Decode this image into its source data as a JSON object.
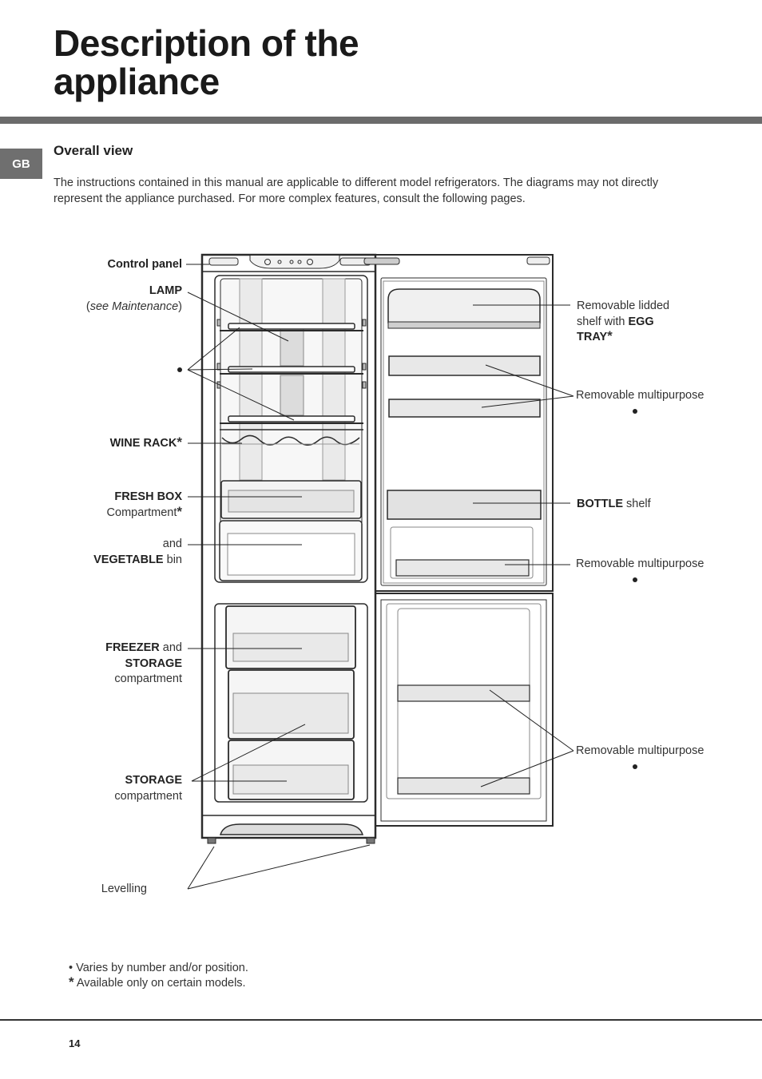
{
  "title_line1": "Description of the",
  "title_line2": "appliance",
  "language_tab": "GB",
  "section_title": "Overall view",
  "intro_text": "The instructions contained in this manual are applicable to different model refrigerators. The diagrams may not directly represent the appliance purchased. For more complex features, consult the following pages.",
  "labels": {
    "control_panel": "Control panel",
    "lamp": "LAMP",
    "lamp_note_open": "(",
    "lamp_note": "see Maintenance",
    "lamp_note_close": ")",
    "wine_rack": "WINE RACK",
    "fresh_box": "FRESH BOX",
    "compartment": "Compartment",
    "and": "and",
    "vegetable": "VEGETABLE",
    "bin": "bin",
    "freezer": "FREEZER",
    "freezer_and": "and",
    "storage": "STORAGE",
    "compartment_lower": "compartment",
    "storage2": "STORAGE",
    "compartment_lower2": "compartment",
    "levelling": "Levelling",
    "egg_line1": "Removable lidded",
    "egg_line2_pre": "shelf with",
    "egg_line2_bold": "EGG",
    "egg_line3": "TRAY",
    "multipurpose1": "Removable multipurpose",
    "bottle_bold": "BOTTLE",
    "bottle_rest": "shelf",
    "multipurpose2": "Removable multipurpose",
    "multipurpose3": "Removable multipurpose",
    "asterisk": "*"
  },
  "footnotes": {
    "bullet": "•",
    "varies": "Varies by number and/or position.",
    "star": "*",
    "available": "Available only on certain models."
  },
  "page_number": "14"
}
